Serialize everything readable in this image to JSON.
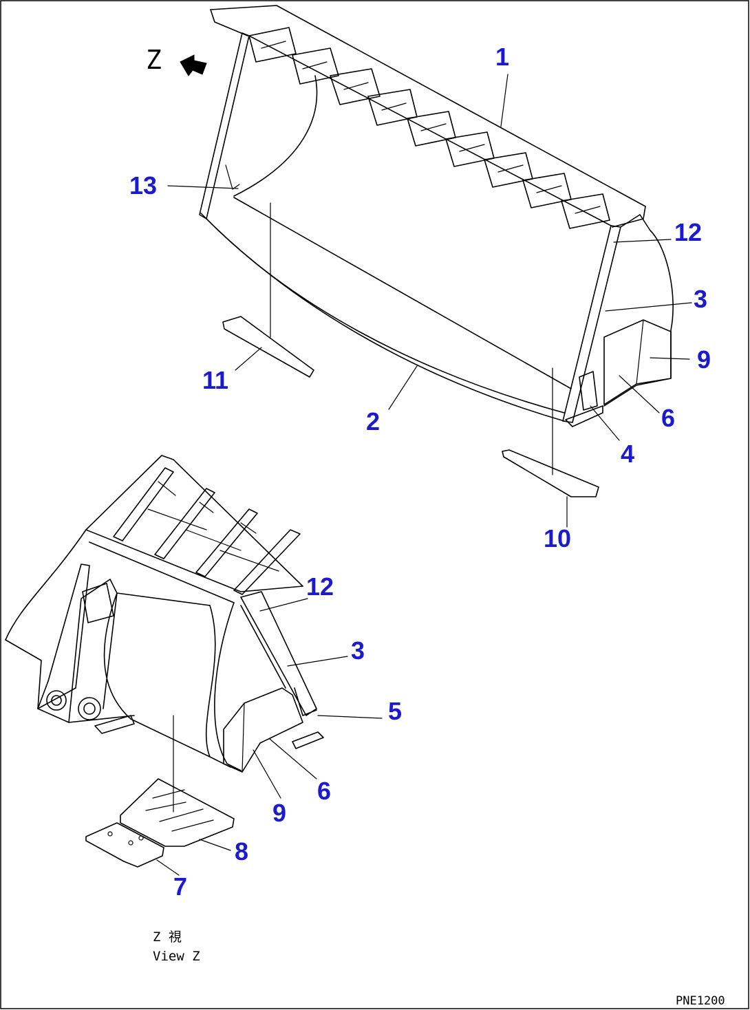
{
  "view_marker": {
    "letter": "Z"
  },
  "callouts": [
    {
      "id": "c1",
      "label": "1"
    },
    {
      "id": "c2",
      "label": "2"
    },
    {
      "id": "c3a",
      "label": "3"
    },
    {
      "id": "c3b",
      "label": "3"
    },
    {
      "id": "c4",
      "label": "4"
    },
    {
      "id": "c5",
      "label": "5"
    },
    {
      "id": "c6a",
      "label": "6"
    },
    {
      "id": "c6b",
      "label": "6"
    },
    {
      "id": "c7",
      "label": "7"
    },
    {
      "id": "c8",
      "label": "8"
    },
    {
      "id": "c9a",
      "label": "9"
    },
    {
      "id": "c9b",
      "label": "9"
    },
    {
      "id": "c10",
      "label": "10"
    },
    {
      "id": "c11",
      "label": "11"
    },
    {
      "id": "c12a",
      "label": "12"
    },
    {
      "id": "c12b",
      "label": "12"
    },
    {
      "id": "c13",
      "label": "13"
    }
  ],
  "caption": {
    "line1": "Z  視",
    "line2": "View Z"
  },
  "drawing_code": "PNE1200",
  "colors": {
    "callout": "#1a1ad0",
    "line": "#000000",
    "background": "#ffffff"
  }
}
